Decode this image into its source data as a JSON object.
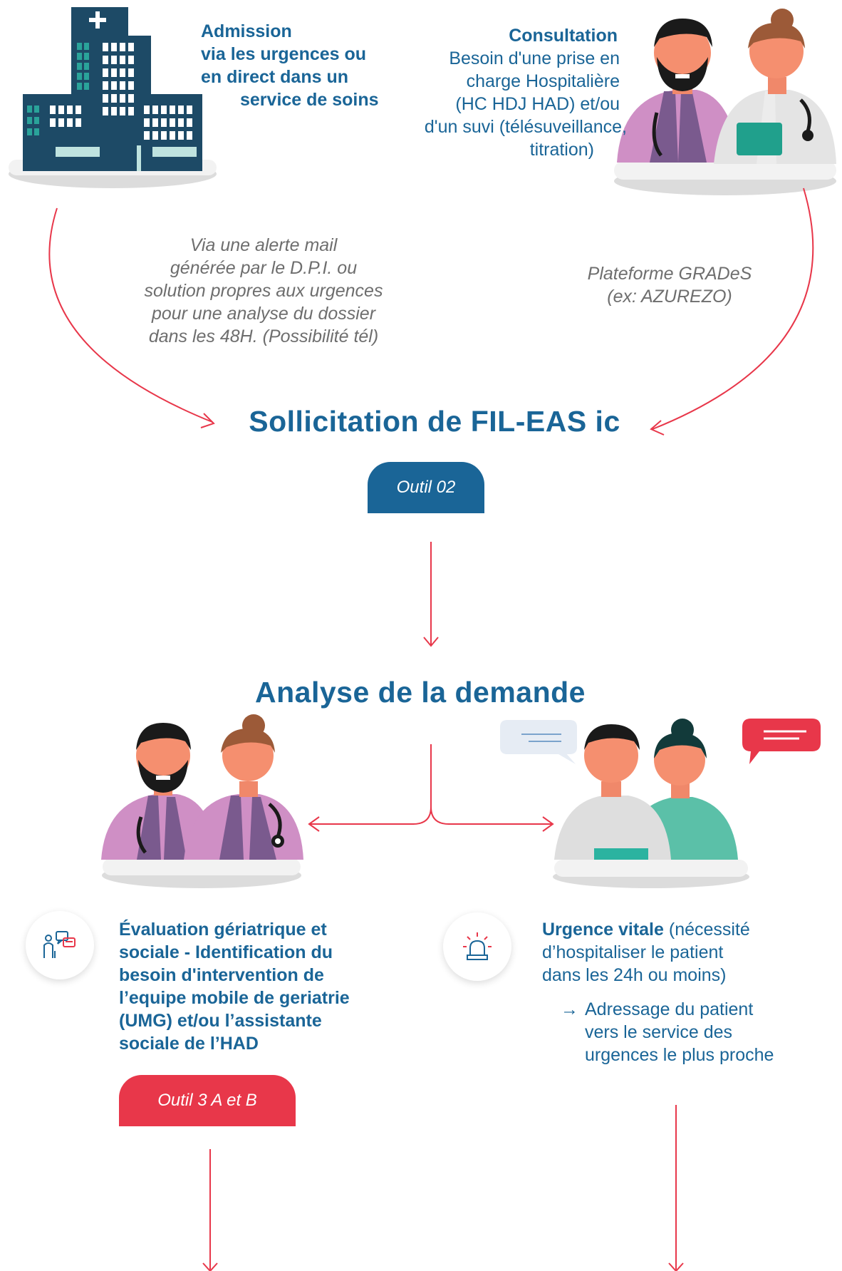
{
  "top_left": {
    "heading": "Admission",
    "line2": "via les urgences ou",
    "line3": "en direct dans un",
    "line4": "service de soins"
  },
  "top_right": {
    "heading": "Consultation",
    "line2": "Besoin d'une prise en",
    "line3": "charge Hospitalière",
    "line4": "(HC HDJ HAD) et/ou",
    "line5": "d'un suvi (télésuveillance,",
    "line6": "titration)"
  },
  "left_channel": {
    "line1": "Via une alerte mail",
    "line2": "générée par le D.P.I. ou",
    "line3": "solution propres aux urgences",
    "line4": "pour une analyse du dossier",
    "line5": "dans les 48H. (Possibilité tél)"
  },
  "right_channel": {
    "line1": "Plateforme GRADeS",
    "line2": "(ex: AZUREZO)"
  },
  "step1": {
    "title": "Sollicitation de FIL-EAS ic",
    "tool": "Outil 02"
  },
  "step2": {
    "title": "Analyse de la demande"
  },
  "branch_left": {
    "line1": "Évaluation gériatrique et",
    "line2": "sociale - Identification du",
    "line3": "besoin d'intervention de",
    "line4": "l’equipe mobile de geriatrie",
    "line5": "(UMG) et/ou l’assistante",
    "line6": "sociale de l’HAD",
    "tool": "Outil 3 A et B"
  },
  "branch_right": {
    "bold": "Urgence vitale",
    "rest": " (nécessité",
    "line2": "d’hospitaliser le patient",
    "line3": "dans les 24h ou moins)",
    "arrow": "→",
    "sub1": "Adressage du patient",
    "sub2": "vers le service des",
    "sub3": "urgences le plus proche"
  },
  "colors": {
    "brand_blue": "#1a6597",
    "accent_red": "#e8374a",
    "muted_gray": "#6e6e6e",
    "building_navy": "#1d4a66"
  },
  "icons": [
    "hospital-building-icon",
    "doctors-pair-icon",
    "nurses-chat-icon",
    "elder-care-icon",
    "emergency-siren-icon"
  ]
}
